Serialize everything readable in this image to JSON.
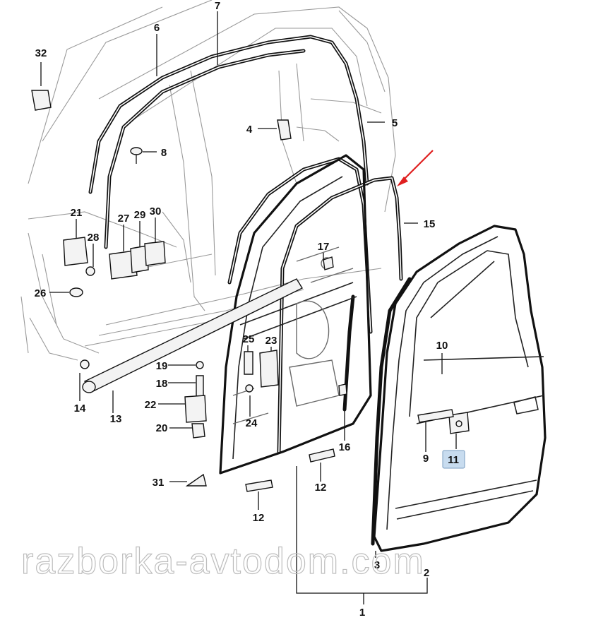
{
  "labels": {
    "l1": "1",
    "l2": "2",
    "l3": "3",
    "l4": "4",
    "l5": "5",
    "l6": "6",
    "l7": "7",
    "l8": "8",
    "l9": "9",
    "l10": "10",
    "l11": "11",
    "l12a": "12",
    "l12b": "12",
    "l13": "13",
    "l14": "14",
    "l15": "15",
    "l16": "16",
    "l17": "17",
    "l19": "19",
    "l18": "18",
    "l20": "20",
    "l21": "21",
    "l22": "22",
    "l23": "23",
    "l24": "24",
    "l25": "25",
    "l26": "26",
    "l27": "27",
    "l28": "28",
    "l29": "29",
    "l30": "30",
    "l31": "31",
    "l32": "32"
  },
  "highlighted_part": "11",
  "watermark": "razborka-avtodom.com",
  "colors": {
    "highlight": "#c8dcef",
    "arrow": "#e02020",
    "ink": "#111111"
  }
}
